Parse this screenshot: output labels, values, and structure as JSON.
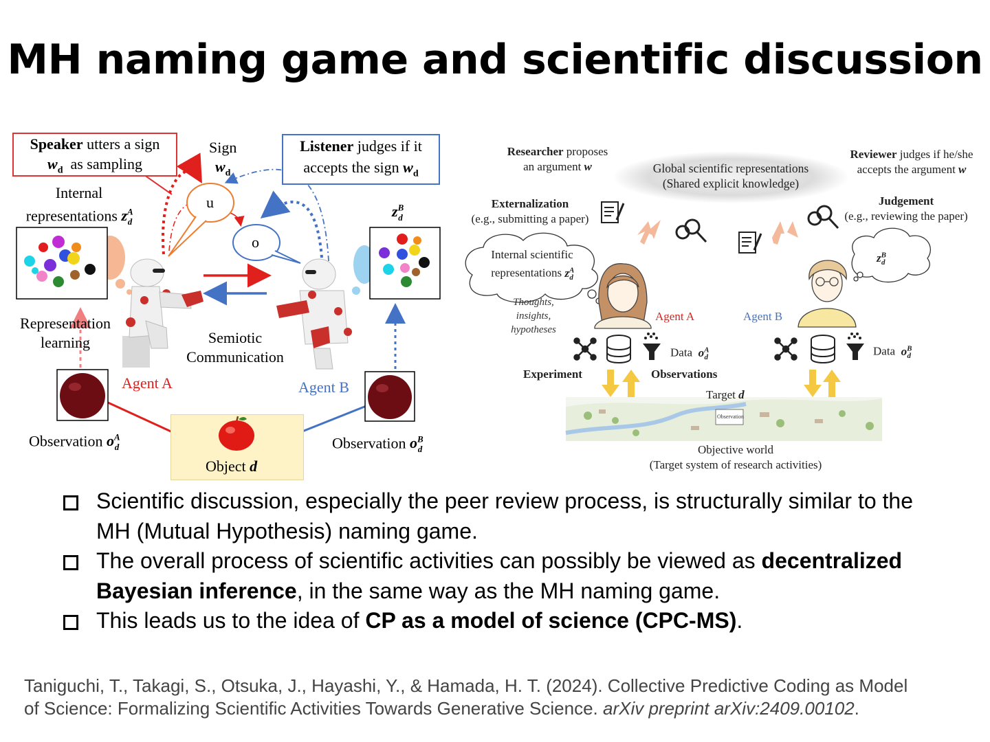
{
  "slide": {
    "title": "MH naming game and scientific discussion"
  },
  "left_diagram": {
    "speaker_box": {
      "bold": "Speaker",
      "rest": " utters a sign",
      "line2": "as sampling"
    },
    "listener_box": {
      "bold": "Listener",
      "rest": " judges if it",
      "line2": "accepts the sign"
    },
    "sign_label": "Sign",
    "w_d": "w",
    "w_sub": "d",
    "internal_rep_line1": "Internal",
    "internal_rep_line2": "representations",
    "z_a": "z",
    "z_a_sup": "A",
    "z_b_sup": "B",
    "d_sub": "d",
    "bubble_u": "u",
    "bubble_o": "o",
    "rep_learning_line1": "Representation",
    "rep_learning_line2": "learning",
    "semiotic_line1": "Semiotic",
    "semiotic_line2": "Communication",
    "agent_a": "Agent A",
    "agent_b": "Agent B",
    "observation": "Observation",
    "o_sym": "o",
    "object_label": "Object",
    "d_sym": "d",
    "colors": {
      "red": "#e0201c",
      "blue": "#4472c4",
      "object_bg": "#fdf3c7"
    }
  },
  "right_diagram": {
    "researcher_line1_bold": "Researcher",
    "researcher_line1_rest": " proposes",
    "researcher_line2": "an argument",
    "w_sym": "w",
    "reviewer_line1_bold": "Reviewer",
    "reviewer_line1_rest": " judges if he/she",
    "reviewer_line2": "accepts the argument",
    "global_line1": "Global scientific representations",
    "global_line2": "(Shared explicit knowledge)",
    "externalization_bold": "Externalization",
    "externalization_sub": "(e.g., submitting a paper)",
    "judgement_bold": "Judgement",
    "judgement_sub": "(e.g., reviewing the paper)",
    "internal_line1": "Internal scientific",
    "internal_line2": "representations",
    "z_sym": "z",
    "z_a_sup": "A",
    "z_b_sup": "B",
    "d_sub": "d",
    "thoughts": [
      "Thoughts,",
      "insights,",
      "hypotheses"
    ],
    "agent_a": "Agent A",
    "agent_b": "Agent B",
    "data_label": "Data",
    "o_sym": "o",
    "experiment": "Experiment",
    "observations": "Observations",
    "target": "Target",
    "d_sym": "d",
    "world_sign": "Observation",
    "objective_line1": "Objective world",
    "objective_line2": "(Target system of research activities)"
  },
  "bullets": [
    {
      "parts": [
        {
          "text": "Scientific discussion, especially the peer review process, is structurally similar to the MH (Mutual Hypothesis) naming game.",
          "bold": false
        }
      ]
    },
    {
      "parts": [
        {
          "text": "The overall process of scientific activities can possibly be viewed as ",
          "bold": false
        },
        {
          "text": "decentralized Bayesian inference",
          "bold": true
        },
        {
          "text": ", in the same way as the MH naming game.",
          "bold": false
        }
      ]
    },
    {
      "parts": [
        {
          "text": "This leads us to the idea of ",
          "bold": false
        },
        {
          "text": "CP as a model of science (CPC-MS)",
          "bold": true
        },
        {
          "text": ".",
          "bold": false
        }
      ]
    }
  ],
  "reference": {
    "text": "Taniguchi, T., Takagi, S., Otsuka, J., Hayashi, Y., & Hamada, H. T. (2024). Collective Predictive Coding as Model of Science: Formalizing Scientific Activities Towards Generative Science. ",
    "italic": "arXiv preprint arXiv:2409.00102",
    "end": "."
  }
}
